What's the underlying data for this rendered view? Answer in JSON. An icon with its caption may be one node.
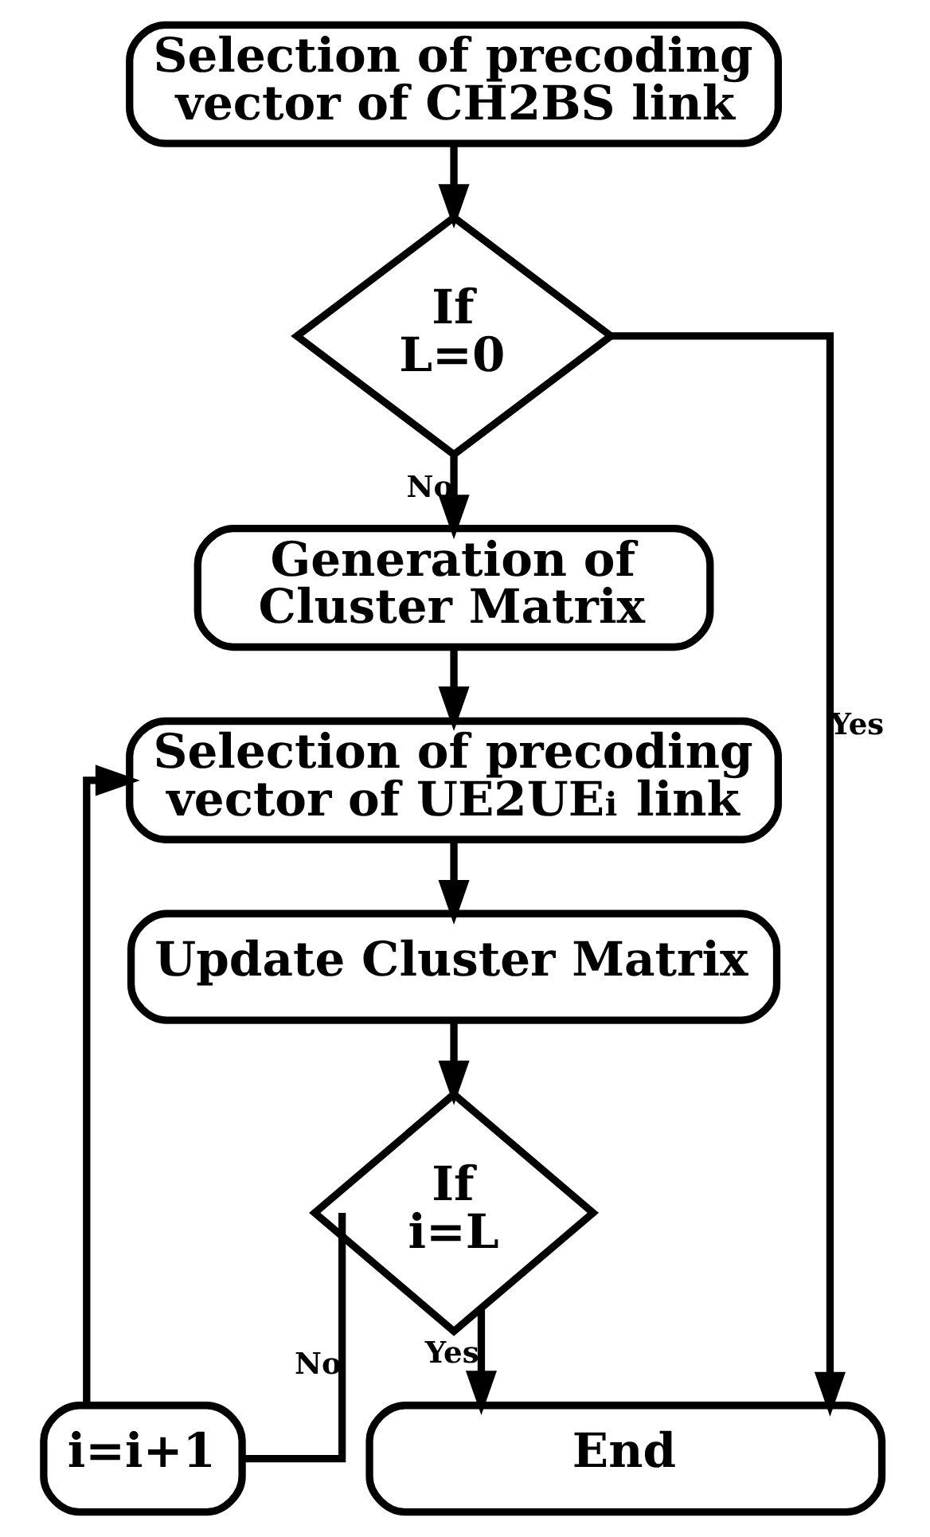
{
  "diagram": {
    "nodes": [
      {
        "text": [
          "Selection of precoding vector of CH2BS link"
        ]
      },
      {
        "text": [
          "If L=0"
        ]
      },
      {
        "text": [
          "Generation of Cluster Matrix"
        ]
      },
      {
        "text": [
          "Selection of precoding vector of UE2UE$_{i}$ link"
        ]
      },
      {
        "text": [
          "Update Cluster Matrix"
        ]
      },
      {
        "text": [
          "If i=L"
        ]
      },
      {
        "text": [
          "End"
        ]
      },
      {
        "text": [
          "i=i+1"
        ]
      }
    ],
    "edges": [
      {
        "from": 0,
        "to": 1,
        "arrow": "to"
      },
      {
        "from": 1,
        "to": 2,
        "arrow": "to",
        "label": "No"
      },
      {
        "from": 1,
        "to": 6,
        "arrow": "to",
        "label": "Yes"
      },
      {
        "from": 2,
        "to": 3,
        "arrow": "to"
      },
      {
        "from": 3,
        "to": 4,
        "arrow": "to"
      },
      {
        "from": 4,
        "to": 5,
        "arrow": "to"
      },
      {
        "from": 5,
        "to": 7,
        "arrow": "none",
        "label": "No"
      },
      {
        "from": 7,
        "to": 3,
        "arrow": "to"
      },
      {
        "from": 5,
        "to": 6,
        "arrow": "to",
        "label": "Yes"
      }
    ]
  }
}
